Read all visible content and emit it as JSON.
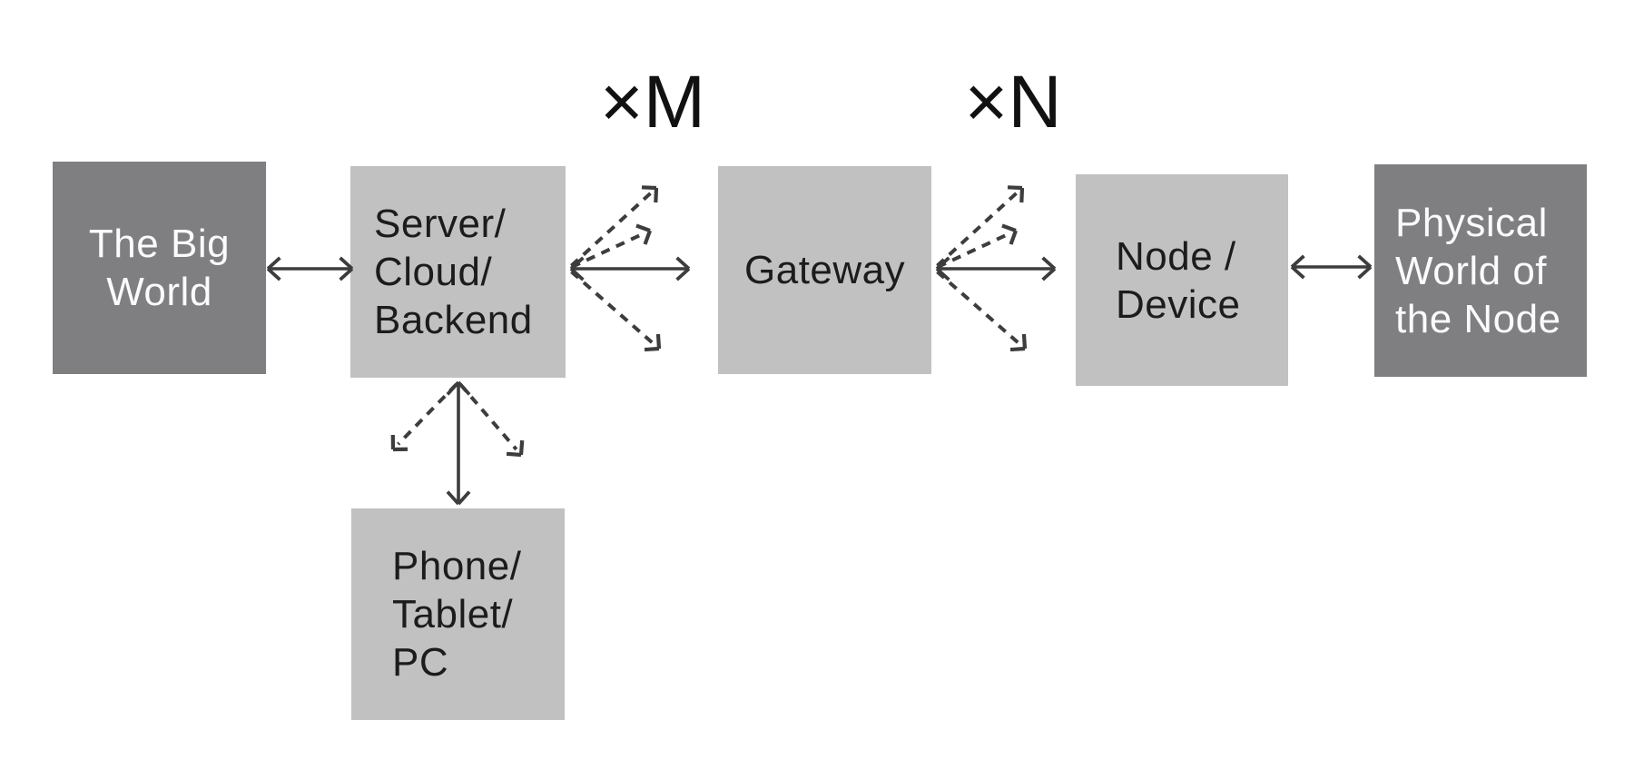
{
  "palette": {
    "background": "#ffffff",
    "box_dark": "#7f7f82",
    "box_light": "#c1c1c1",
    "text_on_dark": "#fbfbfb",
    "text_on_light": "#1c1c1c",
    "arrow": "#3d3d3d"
  },
  "boxes": {
    "big_world": {
      "label": "The Big\nWorld"
    },
    "server": {
      "label": "Server/\nCloud/\nBackend"
    },
    "gateway": {
      "label": "Gateway"
    },
    "node": {
      "label": "Node /\nDevice"
    },
    "physical_world": {
      "label": "Physical\nWorld of\nthe Node"
    },
    "phone": {
      "label": "Phone/\nTablet/\nPC"
    }
  },
  "multiplier_labels": {
    "m": "×M",
    "n": "×N"
  },
  "connectors": [
    {
      "id": "world-server",
      "from": "The Big World",
      "to": "Server/Cloud/Backend",
      "line": "solid",
      "arrows": "both"
    },
    {
      "id": "server-gateway",
      "from": "Server/Cloud/Backend",
      "to": "Gateway",
      "line": "solid",
      "arrows": "both",
      "dashed_fanout": 3,
      "multiplier": "×M"
    },
    {
      "id": "gateway-node",
      "from": "Gateway",
      "to": "Node / Device",
      "line": "solid",
      "arrows": "both",
      "dashed_fanout": 3,
      "multiplier": "×N"
    },
    {
      "id": "node-physical",
      "from": "Node / Device",
      "to": "Physical World of the Node",
      "line": "solid",
      "arrows": "both"
    },
    {
      "id": "server-phone",
      "from": "Server/Cloud/Backend",
      "to": "Phone/Tablet/PC",
      "line": "solid",
      "arrows": "both",
      "dashed_fanout": 2
    }
  ]
}
